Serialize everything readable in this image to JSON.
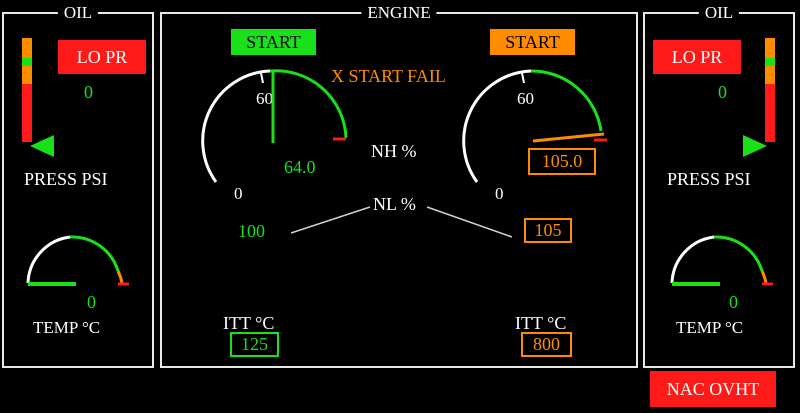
{
  "oil_left": {
    "title": "OIL",
    "lo_pr": "LO PR",
    "press_value": "0",
    "press_label": "PRESS PSI",
    "temp_value": "0",
    "temp_label": "TEMP  °C"
  },
  "engine": {
    "title": "ENGINE",
    "start_left": "START",
    "start_right": "START",
    "start_fail": "X  START  FAIL",
    "nh_label": "NH %",
    "nl_label": "NL %",
    "left": {
      "tick_60": "60",
      "tick_0": "0",
      "nh_value": "64.0",
      "nl_value": "100",
      "itt_label": "ITT °C",
      "itt_value": "125"
    },
    "right": {
      "tick_60": "60",
      "tick_0": "0",
      "nh_value": "105.0",
      "nl_value": "105",
      "itt_label": "ITT °C",
      "itt_value": "800"
    }
  },
  "oil_right": {
    "title": "OIL",
    "lo_pr": "LO PR",
    "press_value": "0",
    "press_label": "PRESS PSI",
    "temp_value": "0",
    "temp_label": "TEMP  °C"
  },
  "nac_ovht": "NAC OVHT",
  "colors": {
    "green": "#19e119",
    "orange": "#ff8c00",
    "red": "#ff1a1a",
    "white": "#ffffff"
  }
}
